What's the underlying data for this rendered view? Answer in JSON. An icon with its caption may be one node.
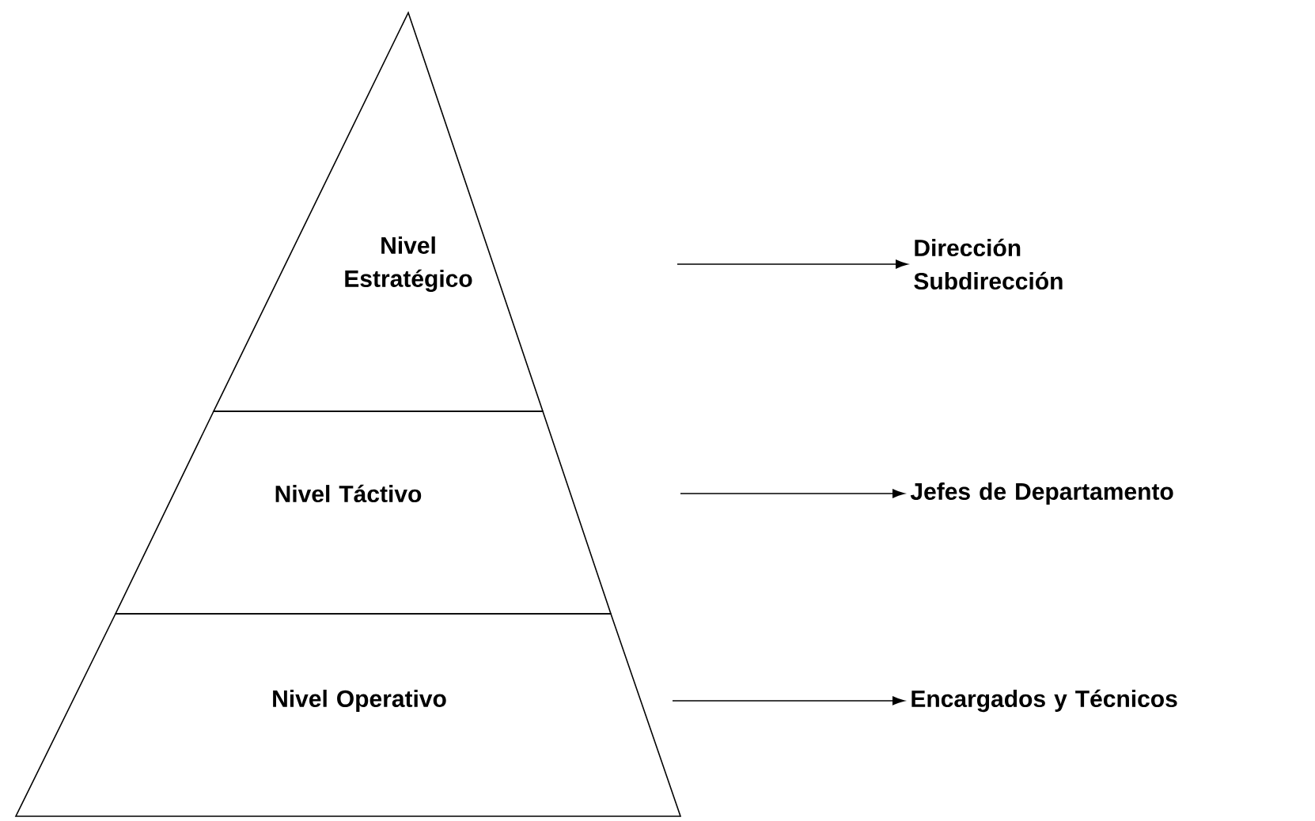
{
  "diagram": {
    "nodes": [
      {
        "text": [
          "Nivel Estratégico"
        ]
      },
      {
        "text": [
          "Nivel Táctivo"
        ]
      },
      {
        "text": [
          "Nivel Operativo"
        ]
      },
      {
        "text": [
          "Dirección Subdirección"
        ]
      },
      {
        "text": [
          "Jefes de Departamento"
        ]
      },
      {
        "text": [
          "Encargados y Técnicos"
        ]
      }
    ],
    "edges": [
      {
        "from": null,
        "to": 3,
        "arrow": "to"
      },
      {
        "from": null,
        "to": 4,
        "arrow": "to"
      },
      {
        "from": null,
        "to": 5,
        "arrow": "to"
      }
    ]
  }
}
